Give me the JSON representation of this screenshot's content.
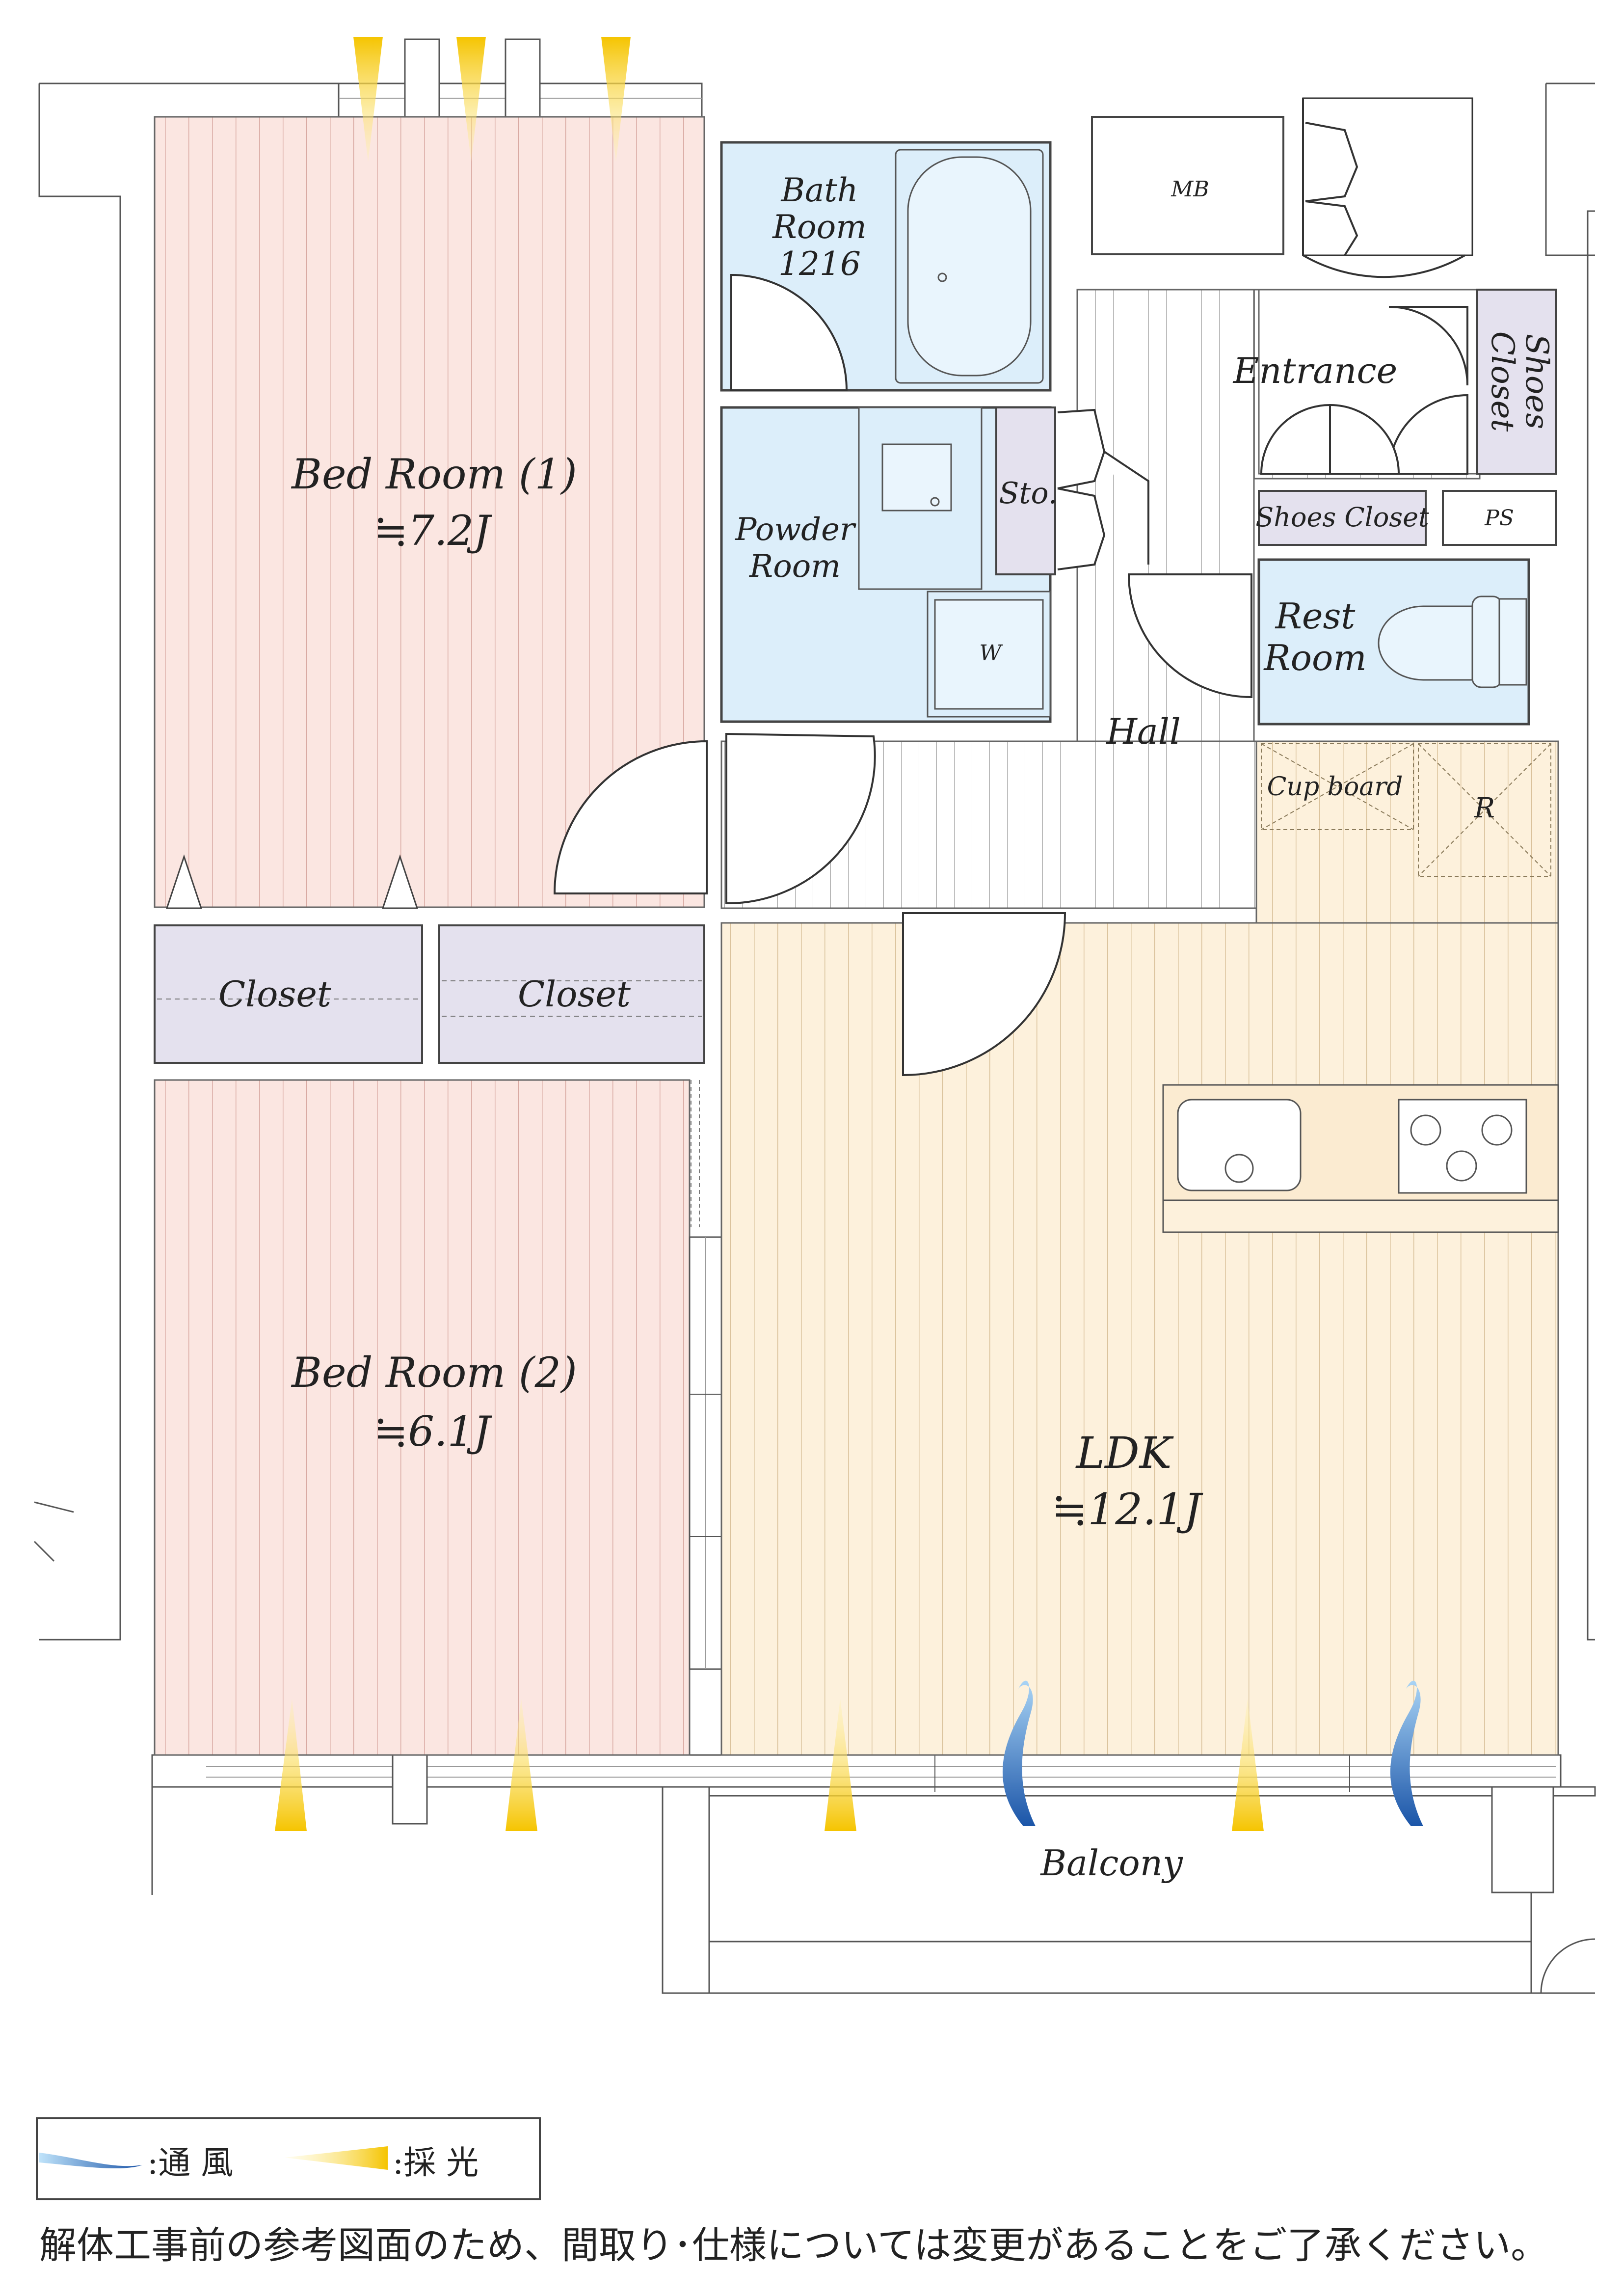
{
  "rooms": {
    "bedroom1": {
      "name": "Bed Room (1)",
      "area": "≒7.2J"
    },
    "bedroom2": {
      "name": "Bed Room (2)",
      "area": "≒6.1J"
    },
    "ldk": {
      "name": "LDK",
      "area": "≒12.1J"
    },
    "bath": {
      "line1": "Bath",
      "line2": "Room",
      "line3": "1216"
    },
    "powder": {
      "line1": "Powder",
      "line2": "Room"
    },
    "rest": {
      "line1": "Rest",
      "line2": "Room"
    },
    "hall": "Hall",
    "entrance": "Entrance",
    "sto": "Sto.",
    "mb": "MB",
    "ps": "PS",
    "w": "W",
    "r": "R",
    "cupboard": "Cup board",
    "shoes_closet_h": "Shoes Closet",
    "shoes_closet_v1": "Shoes",
    "shoes_closet_v2": "Closet",
    "closet1": "Closet",
    "closet2": "Closet",
    "balcony": "Balcony"
  },
  "legend": {
    "ventilation": ":通 風",
    "daylight": ":採 光"
  },
  "note": "解体工事前の参考図面のため、間取り･仕様については変更があることをご了承ください。",
  "colors": {
    "bedroom_floor": "#fbe6e1",
    "ldk_floor": "#fdf1dc",
    "wet_area": "#dceefa",
    "closet": "#e4e1ee",
    "daylight_arrow": "#f5c400",
    "ventilation_arrow": "#2a6fc0"
  }
}
